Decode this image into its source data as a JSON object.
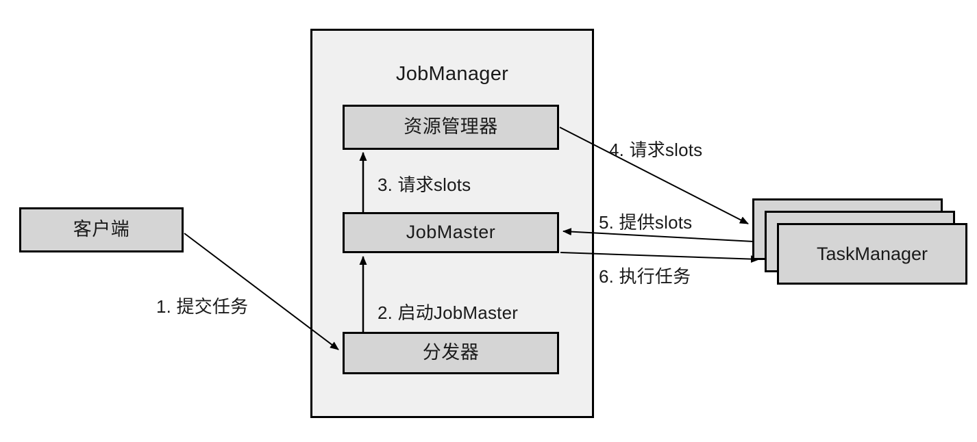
{
  "diagram": {
    "title_visible": false,
    "container": {
      "name": "JobManager",
      "label": "JobManager",
      "fill": "#f0f0f0",
      "stroke": "#000000"
    },
    "nodes": [
      {
        "id": "client",
        "label": "客户端",
        "fill": "#d5d5d5",
        "stroke": "#000000"
      },
      {
        "id": "resource-manager",
        "label": "资源管理器",
        "fill": "#d5d5d5",
        "stroke": "#000000"
      },
      {
        "id": "jobmaster",
        "label": "JobMaster",
        "fill": "#d5d5d5",
        "stroke": "#000000"
      },
      {
        "id": "dispatcher",
        "label": "分发器",
        "fill": "#d5d5d5",
        "stroke": "#000000"
      },
      {
        "id": "taskmanager",
        "label": "TaskManager",
        "fill": "#d5d5d5",
        "stroke": "#000000",
        "stack_count": 3
      }
    ],
    "edges": [
      {
        "id": "e1",
        "label": "1. 提交任务",
        "from": "client",
        "to": "dispatcher"
      },
      {
        "id": "e2",
        "label": "2. 启动JobMaster",
        "from": "dispatcher",
        "to": "jobmaster"
      },
      {
        "id": "e3",
        "label": "3. 请求slots",
        "from": "jobmaster",
        "to": "resource-manager"
      },
      {
        "id": "e4",
        "label": "4. 请求slots",
        "from": "resource-manager",
        "to": "taskmanager"
      },
      {
        "id": "e5",
        "label": "5. 提供slots",
        "from": "taskmanager",
        "to": "jobmaster"
      },
      {
        "id": "e6",
        "label": "6. 执行任务",
        "from": "jobmaster",
        "to": "taskmanager"
      }
    ]
  }
}
